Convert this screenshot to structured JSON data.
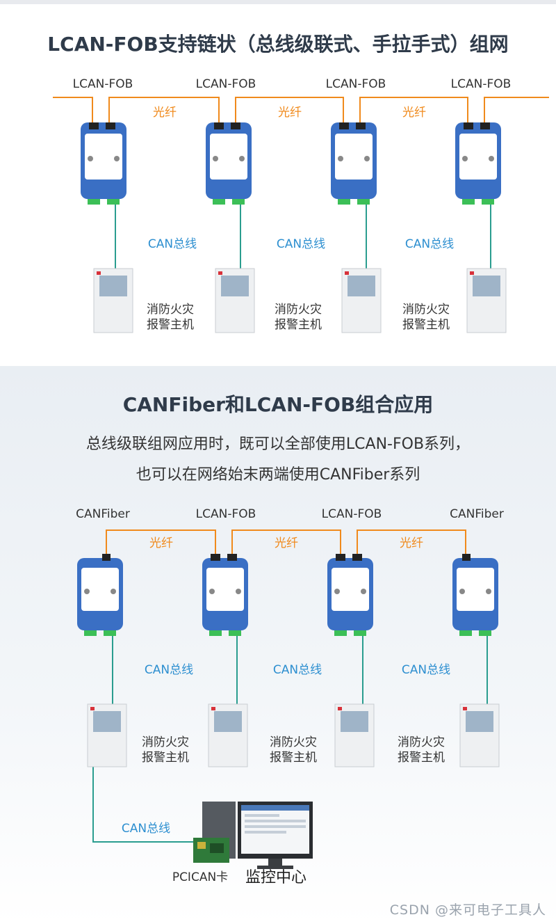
{
  "section1": {
    "title": "LCAN-FOB支持链状（总线级联式、手拉手式）组网",
    "devices": [
      "LCAN-FOB",
      "LCAN-FOB",
      "LCAN-FOB",
      "LCAN-FOB"
    ],
    "fiber_labels": [
      "光纤",
      "光纤",
      "光纤"
    ],
    "can_labels": [
      "CAN总线",
      "CAN总线",
      "CAN总线"
    ],
    "panel_labels": [
      [
        "消防火灾",
        "报警主机"
      ],
      [
        "消防火灾",
        "报警主机"
      ],
      [
        "消防火灾",
        "报警主机"
      ]
    ]
  },
  "section2": {
    "title": "CANFiber和LCAN-FOB组合应用",
    "subtitle_lines": [
      "总线级联组网应用时，既可以全部使用LCAN-FOB系列，",
      "也可以在网络始末两端使用CANFiber系列"
    ],
    "devices": [
      "CANFiber",
      "LCAN-FOB",
      "LCAN-FOB",
      "CANFiber"
    ],
    "fiber_labels": [
      "光纤",
      "光纤",
      "光纤"
    ],
    "can_labels": [
      "CAN总线",
      "CAN总线",
      "CAN总线",
      "CAN总线"
    ],
    "panel_labels": [
      [
        "消防火灾",
        "报警主机"
      ],
      [
        "消防火灾",
        "报警主机"
      ],
      [
        "消防火灾",
        "报警主机"
      ]
    ],
    "card_label": "PCICAN卡",
    "center_label": "监控中心"
  },
  "watermark": "CSDN @来可电子工具人",
  "colors": {
    "fiber": "#f08a1c",
    "can": "#2a9d8f",
    "device": "#3a6fc4",
    "can_text": "#2d8fd0"
  }
}
